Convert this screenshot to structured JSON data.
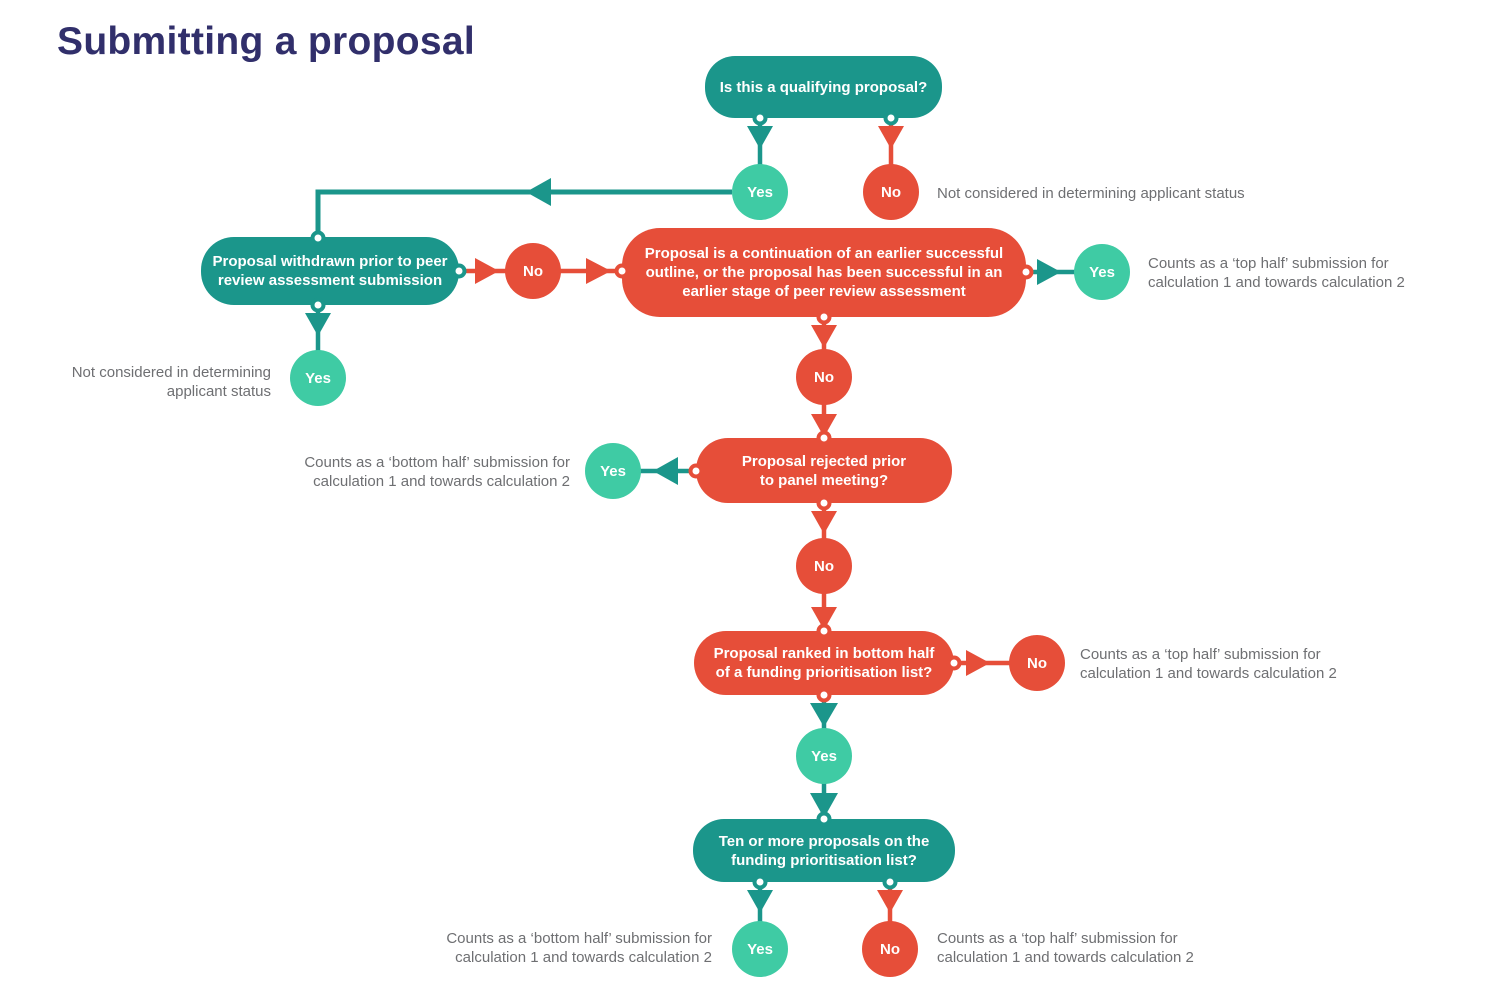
{
  "title": "Submitting a proposal",
  "labels": {
    "yes": "Yes",
    "no": "No"
  },
  "nodes": {
    "qualifying": "Is this a qualifying proposal?",
    "withdrawn": "Proposal withdrawn prior to peer review assessment submission",
    "continuation": "Proposal is a continuation of an earlier successful outline, or the proposal has been successful in an earlier stage of peer review assessment",
    "rejected": "Proposal rejected prior to panel meeting?",
    "ranked": "Proposal ranked in bottom half of a funding prioritisation list?",
    "ten_or_more": "Ten or more proposals on the funding prioritisation list?"
  },
  "outcomes": {
    "not_considered": "Not considered in determining applicant status",
    "top_half": "Counts as a ‘top half’ submission for calculation 1 and towards calculation 2",
    "bottom_half": "Counts as a ‘bottom half’ submission for calculation 1 and towards calculation 2"
  },
  "edges": [
    {
      "from": "qualifying",
      "answer": "Yes",
      "to": "withdrawn"
    },
    {
      "from": "qualifying",
      "answer": "No",
      "to": "not_considered"
    },
    {
      "from": "withdrawn",
      "answer": "Yes",
      "to": "not_considered"
    },
    {
      "from": "withdrawn",
      "answer": "No",
      "to": "continuation"
    },
    {
      "from": "continuation",
      "answer": "Yes",
      "to": "top_half"
    },
    {
      "from": "continuation",
      "answer": "No",
      "to": "rejected"
    },
    {
      "from": "rejected",
      "answer": "Yes",
      "to": "bottom_half"
    },
    {
      "from": "rejected",
      "answer": "No",
      "to": "ranked"
    },
    {
      "from": "ranked",
      "answer": "No",
      "to": "top_half"
    },
    {
      "from": "ranked",
      "answer": "Yes",
      "to": "ten_or_more"
    },
    {
      "from": "ten_or_more",
      "answer": "Yes",
      "to": "bottom_half"
    },
    {
      "from": "ten_or_more",
      "answer": "No",
      "to": "top_half"
    }
  ],
  "colors": {
    "teal": "#1b968b",
    "mint": "#3fcba4",
    "red": "#e64e39",
    "title_navy": "#312f6b",
    "note_gray": "#6e6f72"
  }
}
